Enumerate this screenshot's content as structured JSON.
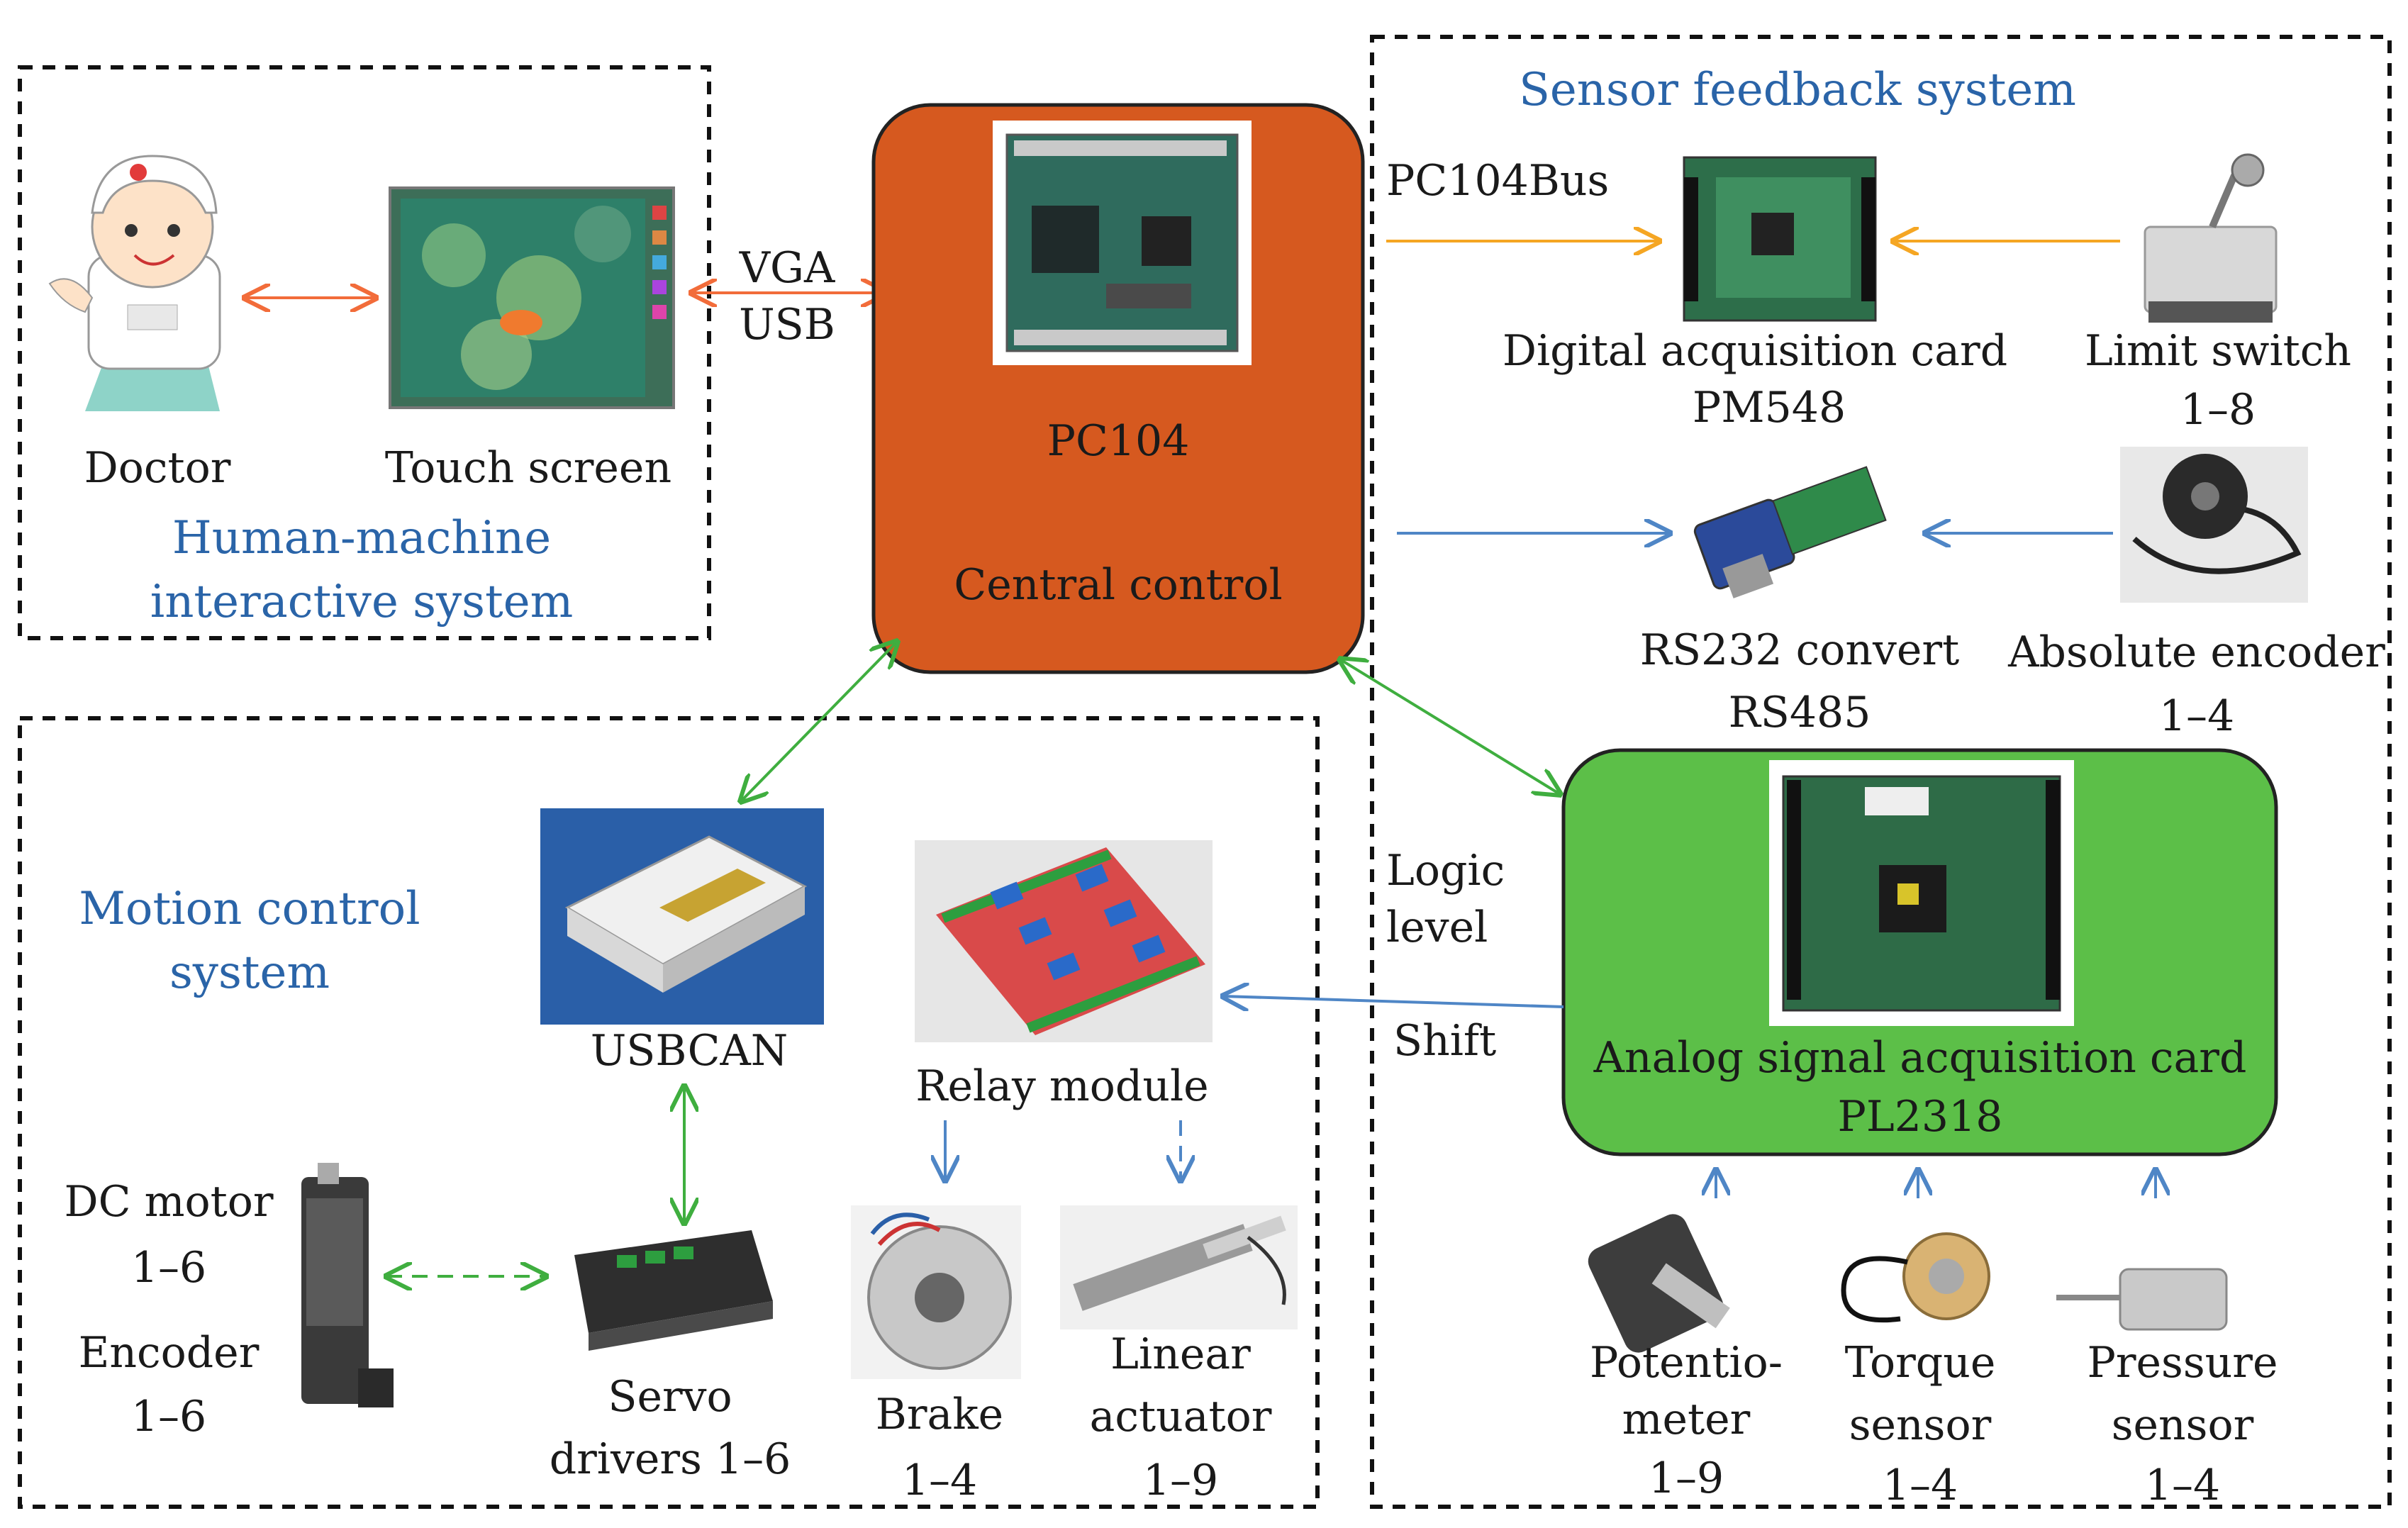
{
  "colors": {
    "central_fill": "#d6591f",
    "analog_fill": "#5cbf48",
    "system_title": "#2a64a8",
    "arrow_orange": "#f26c3a",
    "arrow_yellow": "#f5a623",
    "arrow_blue": "#4f86c6",
    "arrow_green": "#3fae3f"
  },
  "hmi": {
    "doctor": "Doctor",
    "touch_screen": "Touch screen",
    "title_line1": "Human-machine",
    "title_line2": "interactive system"
  },
  "links": {
    "vga": "VGA",
    "usb": "USB",
    "pc104bus": "PC104Bus",
    "logic": "Logic",
    "level": "level",
    "shift": "Shift"
  },
  "central": {
    "name": "PC104",
    "role": "Central control"
  },
  "sensor": {
    "title": "Sensor feedback system",
    "dac_line1": "Digital acquisition card",
    "dac_line2": "PM548",
    "limit_line1": "Limit switch",
    "limit_line2": "1–8",
    "rs_line1": "RS232 convert",
    "rs_line2": "RS485",
    "enc_line1": "Absolute encoder",
    "enc_line2": "1–4",
    "analog_line1": "Analog signal acquisition card",
    "analog_line2": "PL2318",
    "pot_line1": "Potentio-",
    "pot_line2": "meter",
    "pot_line3": "1–9",
    "torque_line1": "Torque",
    "torque_line2": "sensor",
    "torque_line3": "1–4",
    "press_line1": "Pressure",
    "press_line2": "sensor",
    "press_line3": "1–4"
  },
  "motion": {
    "title_line1": "Motion control",
    "title_line2": "system",
    "usbcan": "USBCAN",
    "relay": "Relay module",
    "dc_line1": "DC motor",
    "dc_line2": "1–6",
    "enc_line1": "Encoder",
    "enc_line2": "1–6",
    "servo_line1": "Servo",
    "servo_line2": "drivers 1–6",
    "brake_line1": "Brake",
    "brake_line2": "1–4",
    "lin_line1": "Linear",
    "lin_line2": "actuator",
    "lin_line3": "1–9"
  },
  "icons": [
    "doctor-icon",
    "touch-screen-icon",
    "pc104-board-icon",
    "digital-card-icon",
    "limit-switch-icon",
    "rs232-converter-icon",
    "absolute-encoder-icon",
    "analog-card-icon",
    "usbcan-icon",
    "relay-module-icon",
    "dc-motor-icon",
    "servo-driver-icon",
    "brake-icon",
    "linear-actuator-icon",
    "potentiometer-icon",
    "torque-sensor-icon",
    "pressure-sensor-icon"
  ]
}
